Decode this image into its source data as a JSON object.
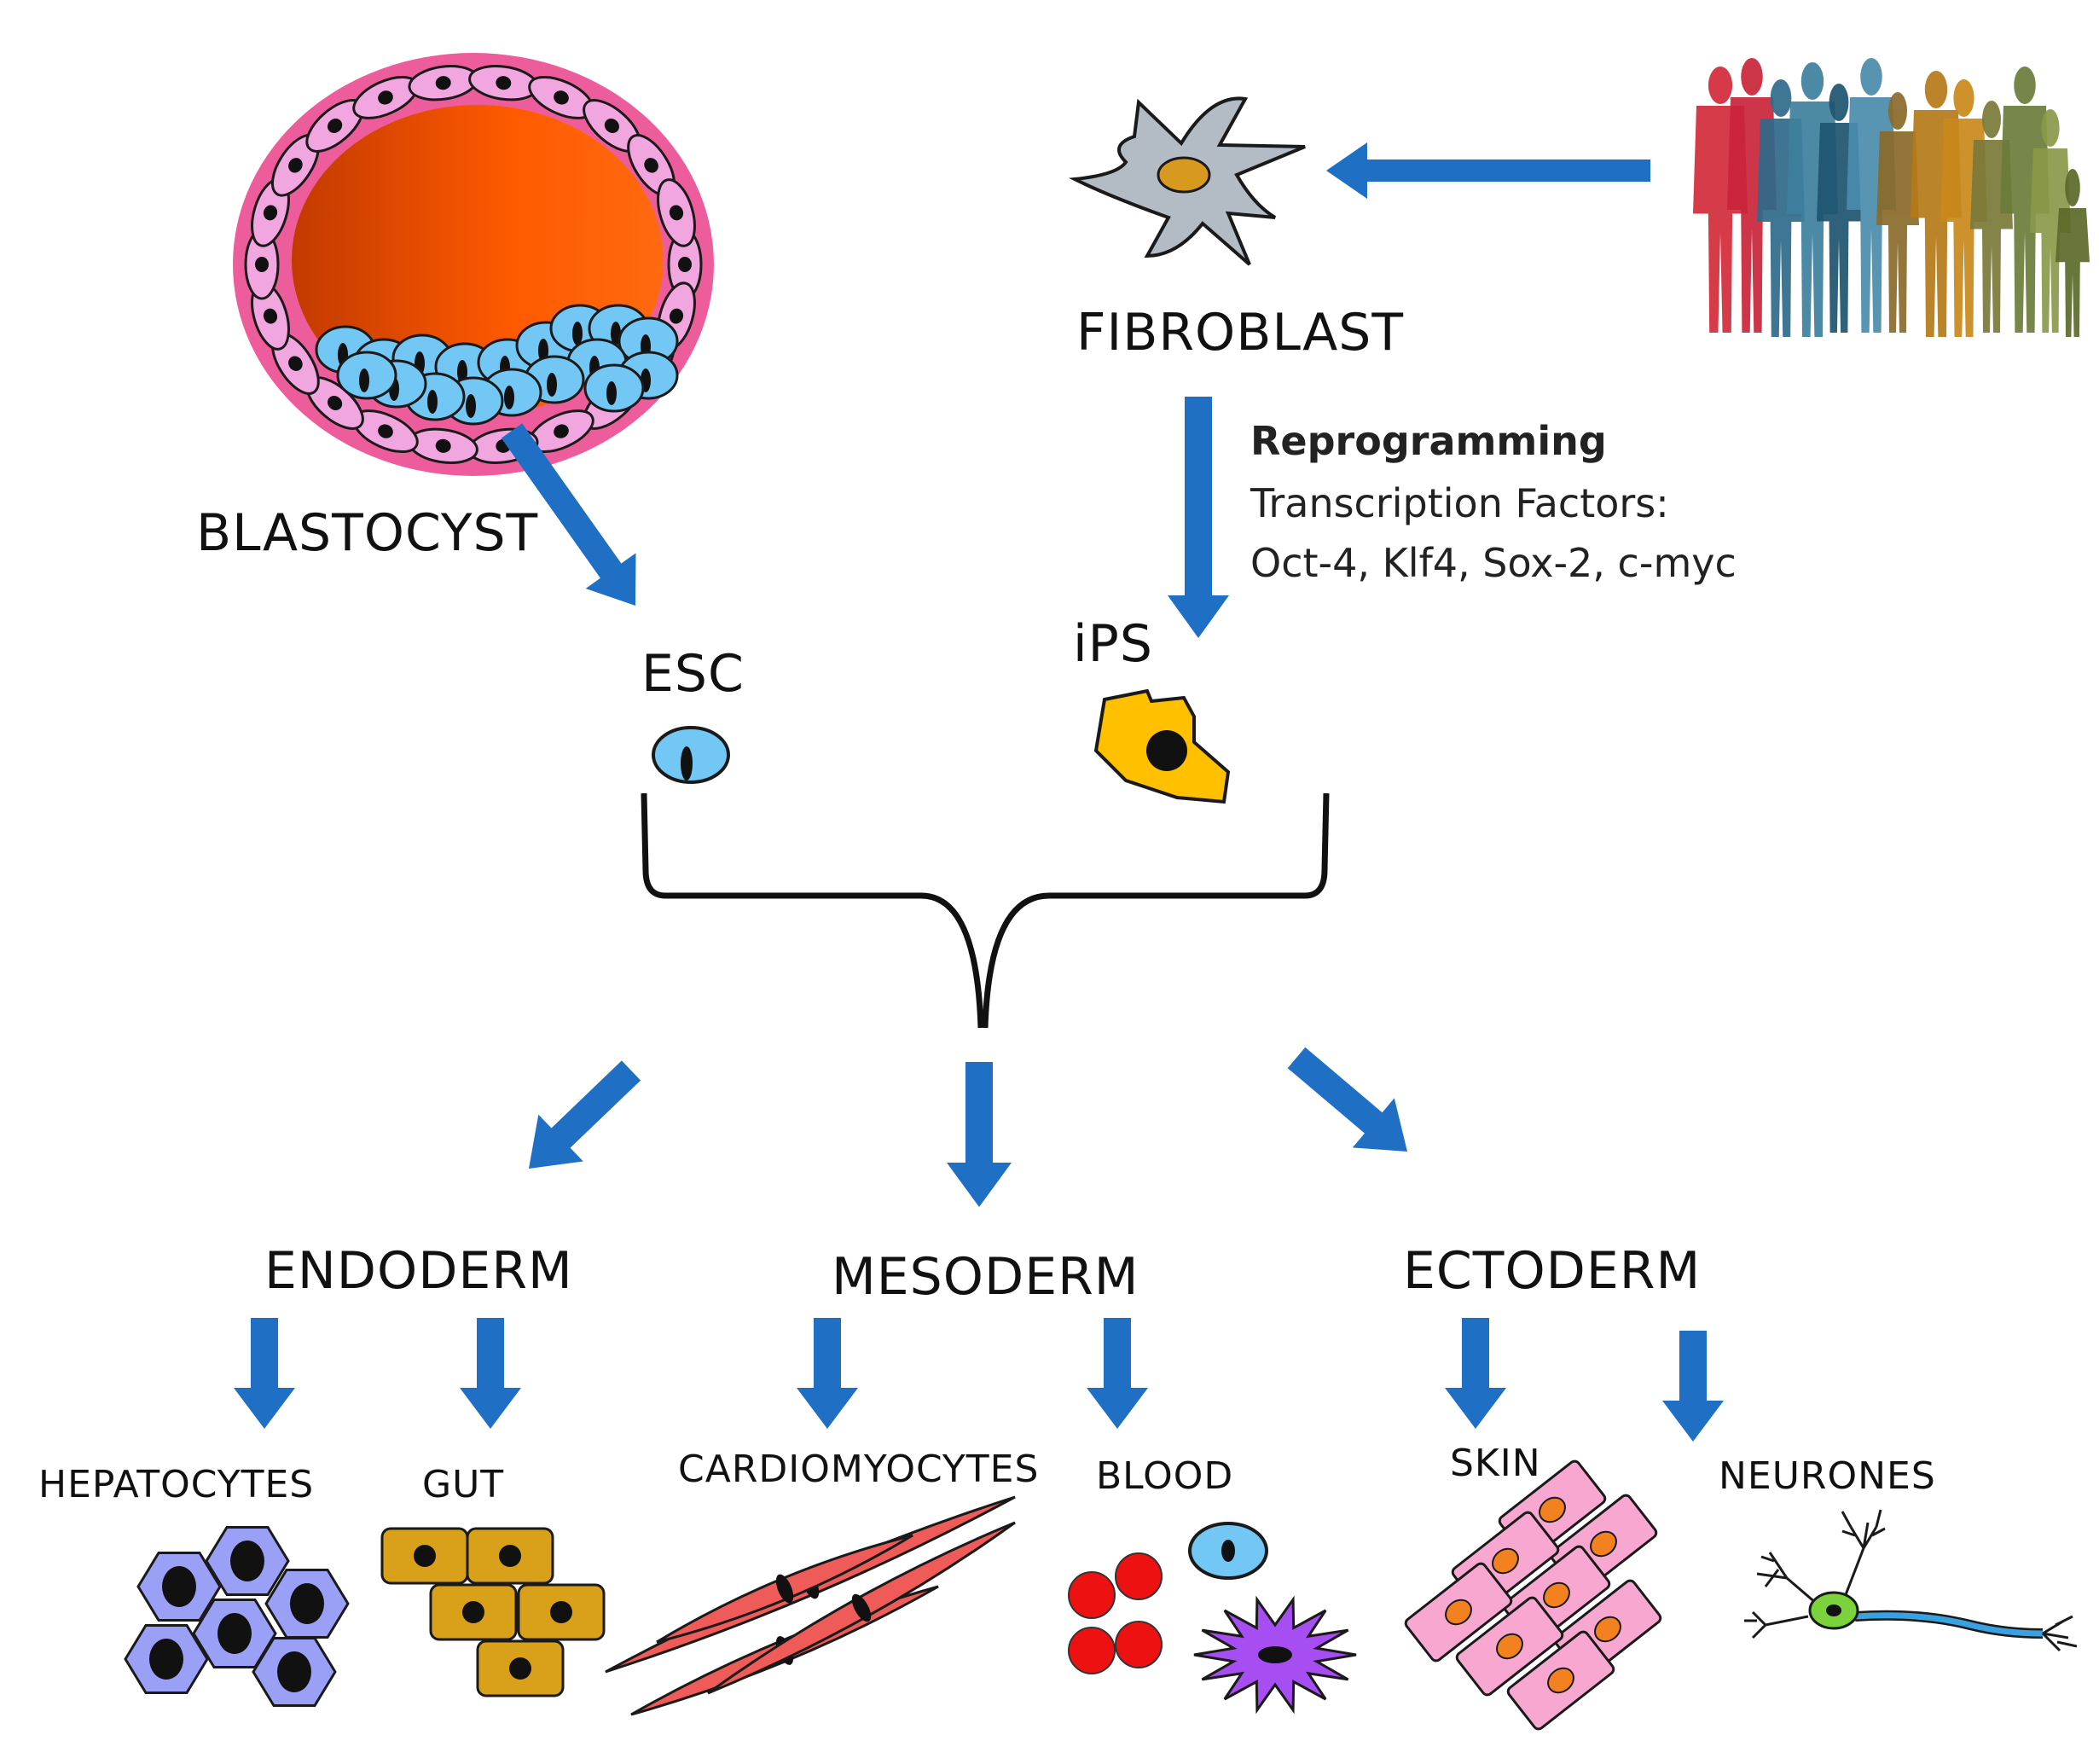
{
  "labels": {
    "blastocyst": "BLASTOCYST",
    "fibroblast": "FIBROBLAST",
    "esc": "ESC",
    "ips": "iPS",
    "reprogramming_title": "Reprogramming",
    "reprogramming_line1": "Transcription Factors:",
    "reprogramming_line2": "Oct-4, Klf4, Sox-2, c-myc",
    "endoderm": "ENDODERM",
    "mesoderm": "MESODERM",
    "ectoderm": "ECTODERM",
    "hepatocytes": "HEPATOCYTES",
    "gut": "GUT",
    "cardiomyocytes": "CARDIOMYOCYTES",
    "blood": "BLOOD",
    "skin": "SKIN",
    "neurones": "NEURONES"
  },
  "colors": {
    "arrow": "#1f6fc4",
    "blastocyst_ring": "#ee5d9b",
    "blastocyst_inner": "#ff5a00",
    "trophoblast_cell": "#f2a6e0",
    "esc_cell": "#73c7f5",
    "fibroblast": "#b3bcc5",
    "fibroblast_nucleus": "#d79a1f",
    "ips_cell": "#ffc000",
    "hepatocyte": "#9aa0f5",
    "gut": "#d9a01a",
    "cardiomyocyte": "#ef5b59",
    "red_blood_cell": "#ee1111",
    "white_cell": "#a64ef2",
    "skin": "#f7a7d0",
    "skin_nucleus": "#f4811f",
    "neuron_body": "#7cd23a",
    "neuron_axon": "#3aa1e0"
  },
  "icons": {
    "crowd": "people-silhouettes-icon"
  }
}
